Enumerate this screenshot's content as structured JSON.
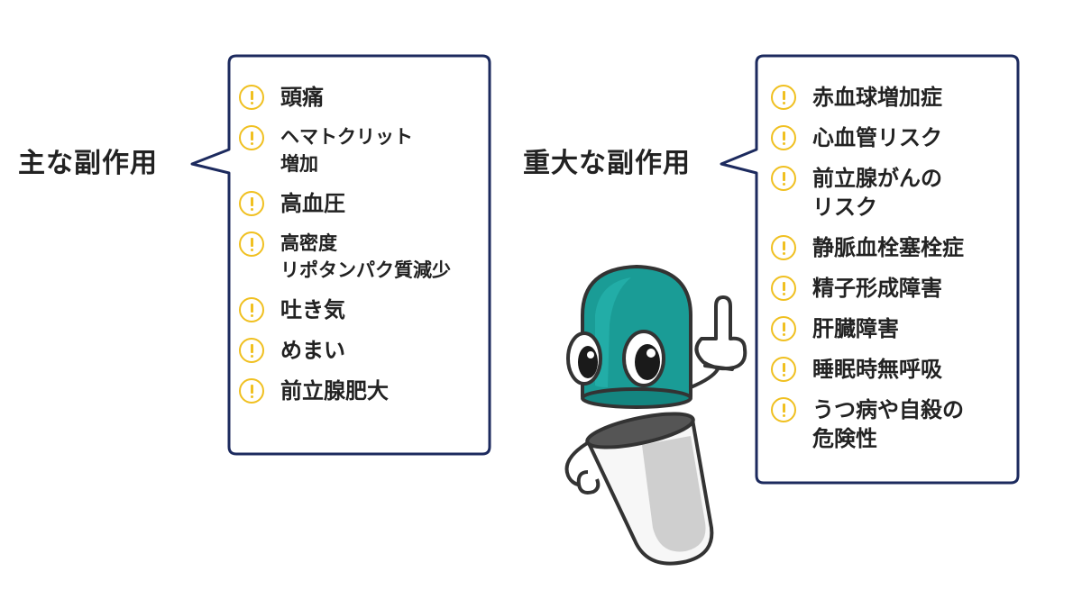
{
  "left_panel": {
    "heading": "主な副作用",
    "items": [
      {
        "text": "頭痛"
      },
      {
        "text": "ヘマトクリット\n増加"
      },
      {
        "text": "高血圧"
      },
      {
        "text": "高密度\nリポタンパク質減少"
      },
      {
        "text": "吐き気"
      },
      {
        "text": "めまい"
      },
      {
        "text": "前立腺肥大"
      }
    ]
  },
  "right_panel": {
    "heading": "重大な副作用",
    "items": [
      {
        "text": "赤血球増加症"
      },
      {
        "text": "心血管リスク"
      },
      {
        "text": "前立腺がんの\nリスク"
      },
      {
        "text": "静脈血栓塞栓症"
      },
      {
        "text": "精子形成障害"
      },
      {
        "text": "肝臓障害"
      },
      {
        "text": "睡眠時無呼吸"
      },
      {
        "text": "うつ病や自殺の\n危険性"
      }
    ]
  },
  "icons": {
    "item_icon": "exclamation-circle-icon",
    "mascot": "capsule-mascot"
  },
  "colors": {
    "bubble_border": "#1c2a5e",
    "warning": "#f0c020",
    "capsule_teal": "#1a9c96",
    "capsule_gray": "#cfcfcf"
  }
}
